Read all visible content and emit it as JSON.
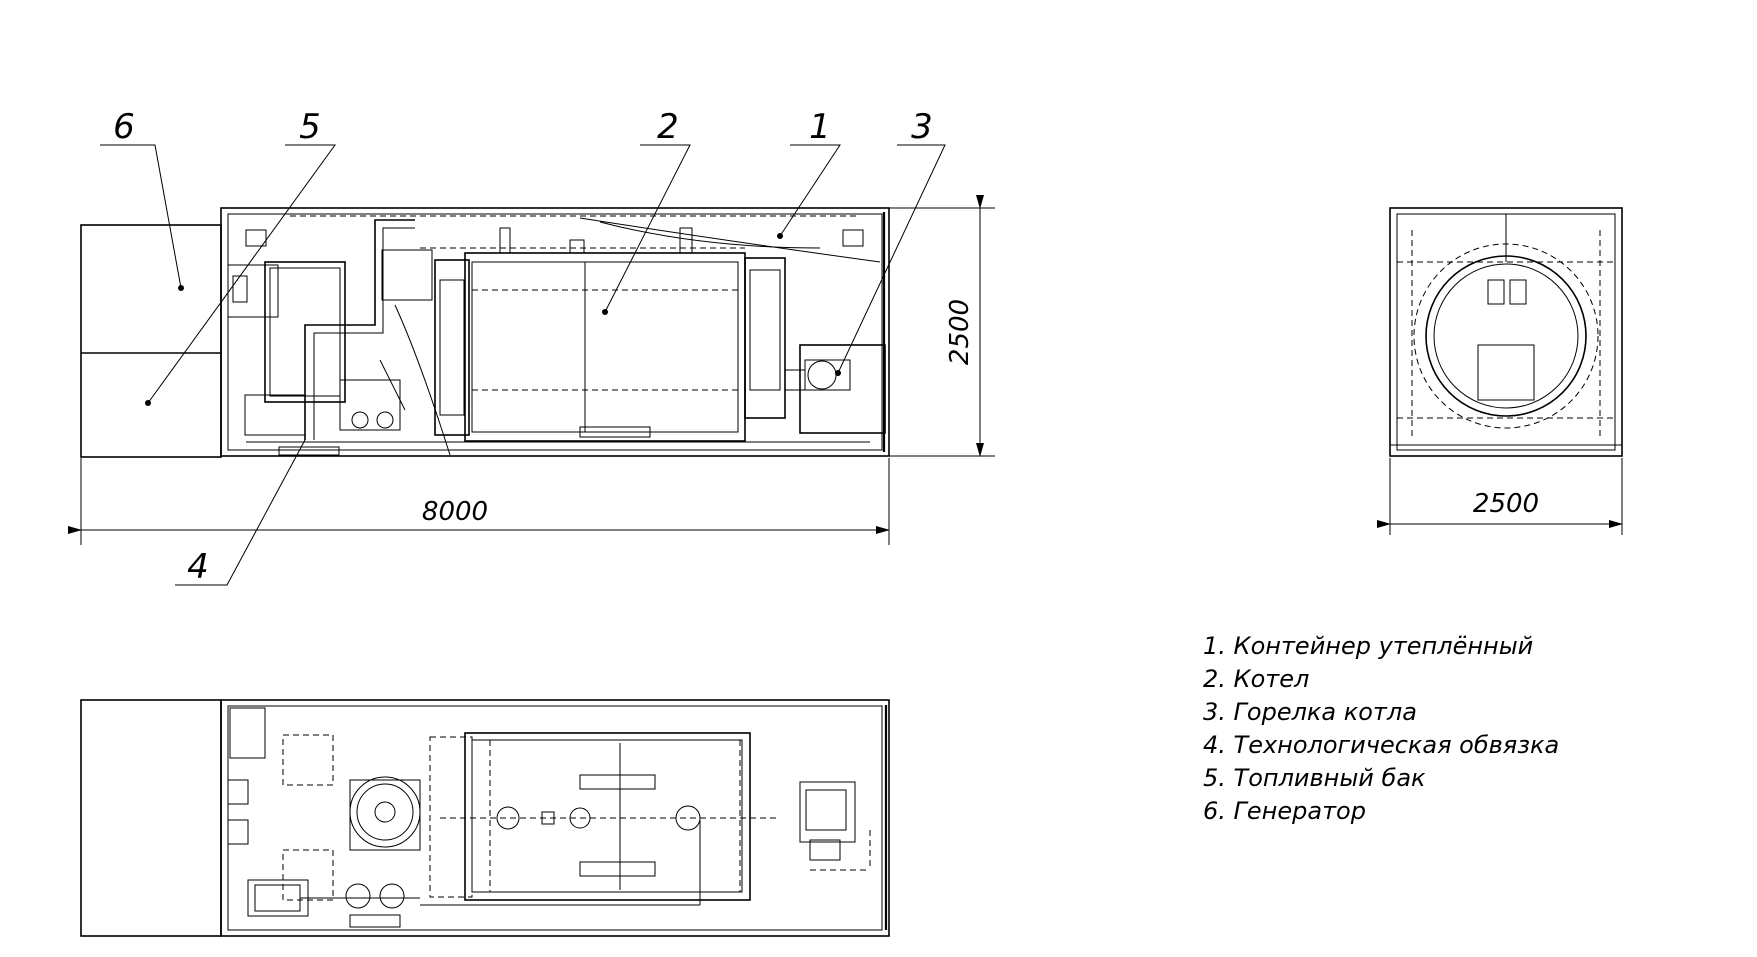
{
  "callouts": {
    "c1": "1",
    "c2": "2",
    "c3": "3",
    "c4": "4",
    "c5": "5",
    "c6": "6"
  },
  "dimensions": {
    "length": "8000",
    "height": "2500",
    "width": "2500"
  },
  "legend": [
    "1. Контейнер утеплённый",
    "2. Котел",
    "3. Горелка котла",
    "4.  Технологическая обвязка",
    "5. Топливный бак",
    "6. Генератор"
  ]
}
